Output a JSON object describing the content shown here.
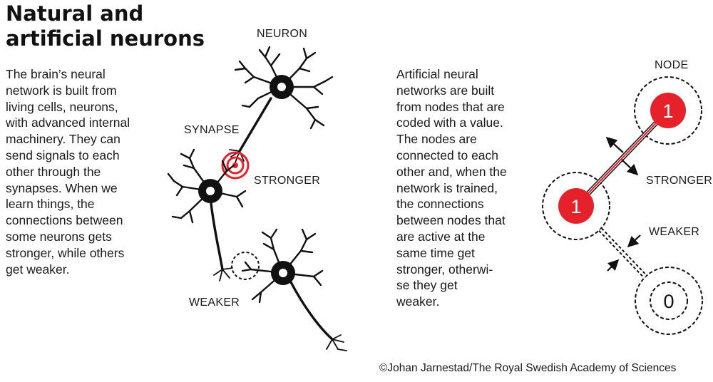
{
  "title": {
    "line1": "Natural and",
    "line2": "artificial neurons"
  },
  "left_text": {
    "lines": [
      "The brain’s neural",
      "network is built from",
      "living cells, neurons,",
      "with advanced internal",
      "machinery. They can",
      "send signals to each",
      "other through the",
      "synapses. When we",
      "learn things, the",
      "connections between",
      "some neurons gets",
      "stronger, while others",
      "get weaker."
    ]
  },
  "right_text": {
    "lines": [
      "Artificial neural",
      "networks are built",
      "from nodes that are",
      "coded with a value.",
      "The nodes are",
      "connected to each",
      "other and, when the",
      "network is trained,",
      "the connections",
      "between nodes that",
      "are active at the",
      "same time get",
      "stronger, otherwi-",
      "se they get",
      "weaker."
    ]
  },
  "labels": {
    "neuron": "NEURON",
    "synapse": "SYNAPSE",
    "stronger_left": "STRONGER",
    "weaker_left": "WEAKER",
    "node": "NODE",
    "stronger_right": "STRONGER",
    "weaker_right": "WEAKER"
  },
  "nodes": {
    "top": "1",
    "middle": "1",
    "bottom": "0"
  },
  "credit": "©Johan Jarnestad/The Royal Swedish Academy of Sciences",
  "colors": {
    "active_red": "#e5212b",
    "ink": "#111111"
  }
}
